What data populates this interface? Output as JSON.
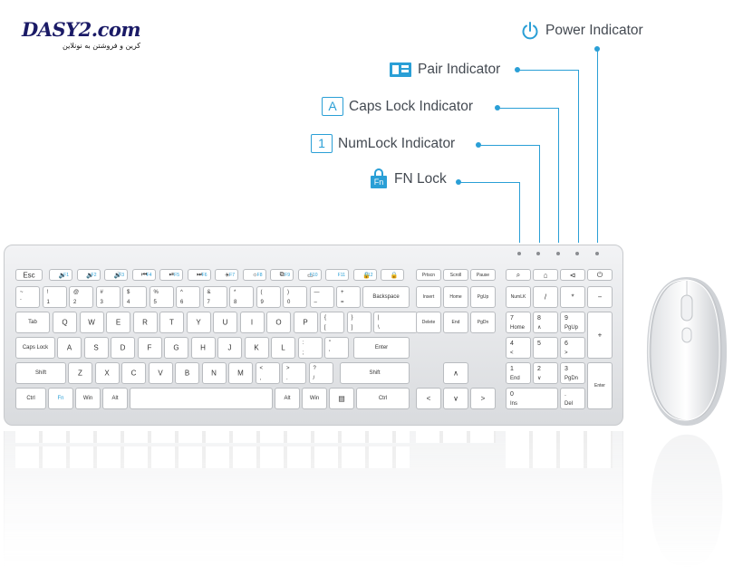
{
  "logo": {
    "brand": "DASY2.com",
    "tagline": "کرین و فروشتن به نونلاین"
  },
  "colors": {
    "accent": "#2a9fd6",
    "text": "#444a52"
  },
  "callouts": [
    {
      "id": "power",
      "label": "Power Indicator",
      "icon": "power-icon"
    },
    {
      "id": "pair",
      "label": "Pair Indicator",
      "icon": "pair-icon"
    },
    {
      "id": "caps",
      "label": "Caps Lock Indicator",
      "icon": "caps-lock-icon",
      "glyph": "A"
    },
    {
      "id": "num",
      "label": "NumLock Indicator",
      "icon": "numlock-icon",
      "glyph": "1"
    },
    {
      "id": "fn",
      "label": "FN Lock",
      "icon": "fn-lock-icon",
      "glyph": "Fn"
    }
  ],
  "keys": {
    "esc": "Esc",
    "fn_row": [
      {
        "icon": "🔈",
        "fn": "F1"
      },
      {
        "icon": "🔉",
        "fn": "F2"
      },
      {
        "icon": "🔊",
        "fn": "F3"
      },
      {
        "icon": "⏮",
        "fn": "F4"
      },
      {
        "icon": "⏯",
        "fn": "F5"
      },
      {
        "icon": "⏭",
        "fn": "F6"
      },
      {
        "icon": "☀",
        "fn": "F7"
      },
      {
        "icon": "☼",
        "fn": "F8"
      },
      {
        "icon": "⧉",
        "fn": "F9"
      },
      {
        "icon": "▭",
        "fn": "F10"
      },
      {
        "icon": "",
        "fn": "F11"
      },
      {
        "icon": "🔒",
        "fn": "F12"
      },
      {
        "icon": "🔒",
        "fn": ""
      }
    ],
    "nav_top": [
      "Prtscn",
      "Scroll",
      "Pause"
    ],
    "num_top": [
      "⌕",
      "⌂",
      "⊲",
      "⏻"
    ],
    "num_row": [
      [
        "~",
        "`"
      ],
      [
        "!",
        "1"
      ],
      [
        "@",
        "2"
      ],
      [
        "#",
        "3"
      ],
      [
        "$",
        "4"
      ],
      [
        "%",
        "5"
      ],
      [
        "^",
        "6"
      ],
      [
        "&",
        "7"
      ],
      [
        "*",
        "8"
      ],
      [
        "(",
        "9"
      ],
      [
        ")",
        "0"
      ],
      [
        "—",
        "–"
      ],
      [
        "+",
        "="
      ]
    ],
    "backspace": "Backspace",
    "nav1": [
      "Insert",
      "Home",
      "PgUp"
    ],
    "numpad1": [
      "NumLK",
      "/",
      "*",
      "−"
    ],
    "tab": "Tab",
    "qrow": [
      "Q",
      "W",
      "E",
      "R",
      "T",
      "Y",
      "U",
      "I",
      "O",
      "P"
    ],
    "qrow_sym": [
      [
        "{",
        "["
      ],
      [
        "}",
        "]"
      ],
      [
        "|",
        "\\"
      ]
    ],
    "nav2": [
      "Delete",
      "End",
      "PgDn"
    ],
    "numpad2": [
      [
        "7",
        "Home"
      ],
      [
        "8",
        "∧"
      ],
      [
        "9",
        "PgUp"
      ]
    ],
    "plus": "+",
    "capslock": "Caps Lock",
    "arow": [
      "A",
      "S",
      "D",
      "F",
      "G",
      "H",
      "J",
      "K",
      "L"
    ],
    "arow_sym": [
      [
        ":",
        ";"
      ],
      [
        "\"",
        "'"
      ]
    ],
    "enter": "Enter",
    "numpad3": [
      [
        "4",
        "<"
      ],
      [
        "5",
        ""
      ],
      [
        "6",
        ">"
      ]
    ],
    "shift": "Shift",
    "zrow": [
      "Z",
      "X",
      "C",
      "V",
      "B",
      "N",
      "M"
    ],
    "zrow_sym": [
      [
        "<",
        ","
      ],
      [
        ">",
        "."
      ],
      [
        "?",
        "/"
      ]
    ],
    "numpad4": [
      [
        "1",
        "End"
      ],
      [
        "2",
        "∨"
      ],
      [
        "3",
        "PgDn"
      ]
    ],
    "numenter": "Enter",
    "ctrl": "Ctrl",
    "fn": "Fn",
    "win": "Win",
    "alt": "Alt",
    "menu": "▤",
    "arrows": {
      "up": "∧",
      "left": "<",
      "down": "∨",
      "right": ">"
    },
    "numpad5": [
      [
        "0",
        "Ins"
      ],
      [
        ".",
        "Del"
      ]
    ]
  }
}
